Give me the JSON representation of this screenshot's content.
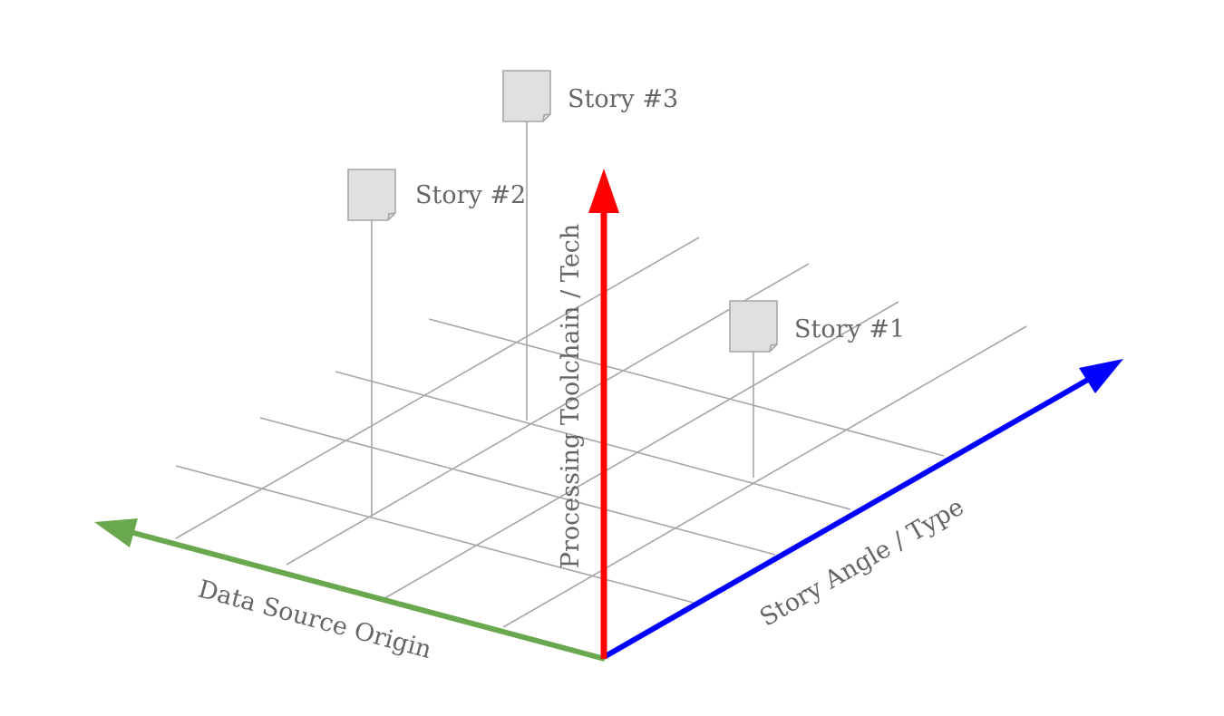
{
  "axes": {
    "vertical": {
      "label": "Processing Toolchain / Tech",
      "color": "#ff0000"
    },
    "right": {
      "label": "Story Angle / Type",
      "color": "#0000ff"
    },
    "left": {
      "label": "Data Source Origin",
      "color": "#6aa84f"
    }
  },
  "stories": [
    {
      "label": "Story #1"
    },
    {
      "label": "Story #2"
    },
    {
      "label": "Story #3"
    }
  ]
}
